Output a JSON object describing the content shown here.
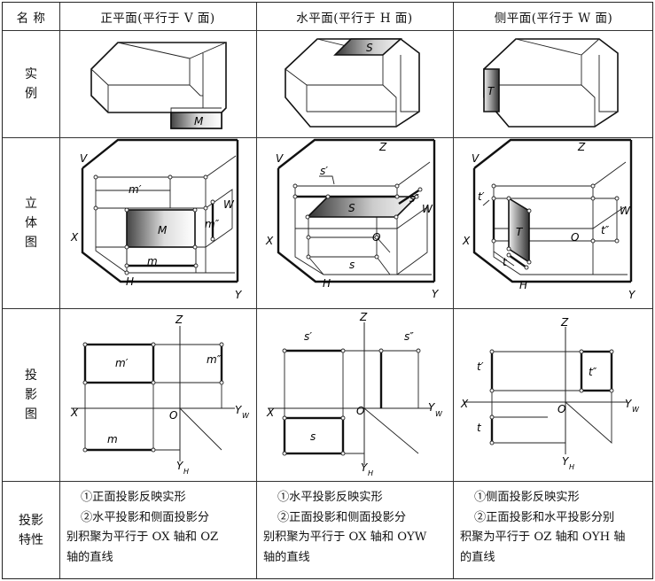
{
  "header": {
    "name_col": "名  称",
    "col1": "正平面(平行于 V 面)",
    "col2": "水平面(平行于 H 面)",
    "col3": "侧平面(平行于 W 面)"
  },
  "rows": {
    "example": [
      "实",
      "例"
    ],
    "solid": [
      "立",
      "体",
      "图"
    ],
    "projection": [
      "投",
      "影",
      "图"
    ],
    "property": [
      "投影",
      "特性"
    ]
  },
  "labels": {
    "M": "M",
    "S": "S",
    "T": "T",
    "m_v": "m′",
    "m_w": "m″",
    "m_h": "m",
    "s_v": "s′",
    "s_w": "s″",
    "s_h": "s",
    "t_v": "t′",
    "t_w": "t″",
    "t_h": "t",
    "V": "V",
    "H": "H",
    "W": "W",
    "X": "X",
    "Y": "Y",
    "Z": "Z",
    "O": "O",
    "Yw": "Y",
    "Yw_sub": "W",
    "Yh": "Y",
    "Yh_sub": "H"
  },
  "properties": {
    "col1": {
      "line1": "①正面投影反映实形",
      "line2": "②水平投影和侧面投影分",
      "line3": "别积聚为平行于 OX 轴和 OZ",
      "line4": "轴的直线"
    },
    "col2": {
      "line1": "①水平投影反映实形",
      "line2": "②正面投影和侧面投影分",
      "line3": "别积聚为平行于 OX 轴和 OYW",
      "line4": "轴的直线"
    },
    "col3": {
      "line1": "①侧面投影反映实形",
      "line2": "②正面投影和水平投影分别",
      "line3": "积聚为平行于 OZ 轴和 OYH 轴",
      "line4": "的直线"
    }
  }
}
